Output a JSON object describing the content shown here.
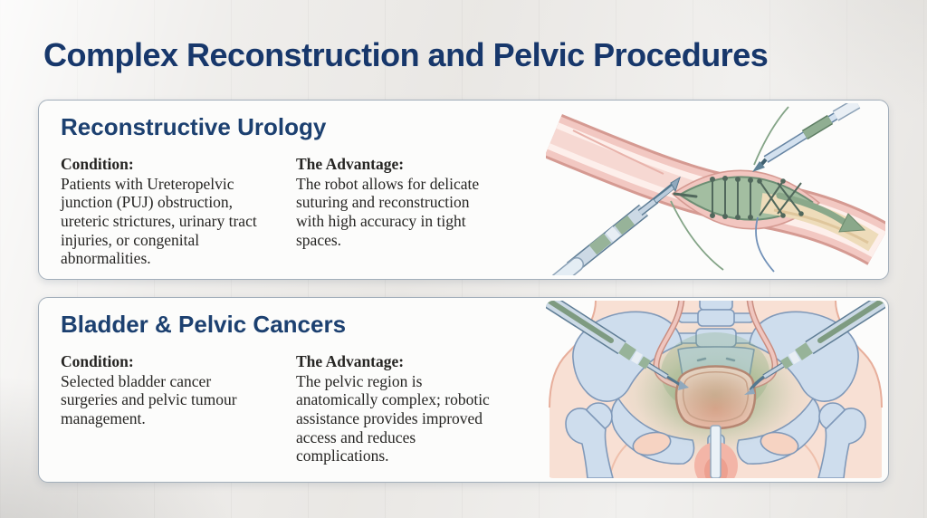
{
  "title": "Complex Reconstruction and Pelvic Procedures",
  "cards": [
    {
      "heading": "Reconstructive Urology",
      "condition_label": "Condition:",
      "condition_text": "Patients with Ureteropelvic\njunction (PUJ) obstruction,\nureteric strictures, urinary tract\ninjuries, or congenital\nabnormalities.",
      "advantage_label": "The Advantage:",
      "advantage_text": "The robot allows for delicate\nsuturing and reconstruction\nwith high accuracy in tight\nspaces.",
      "illustration": "ureter-anastomosis-with-robotic-instruments"
    },
    {
      "heading": "Bladder & Pelvic Cancers",
      "condition_label": "Condition:",
      "condition_text": "Selected bladder cancer\nsurgeries and pelvic tumour\nmanagement.",
      "advantage_label": "The Advantage:",
      "advantage_text": "The pelvic region is\nanatomically complex; robotic\nassistance provides improved\naccess and reduces\ncomplications.",
      "illustration": "pelvic-anatomy-with-robotic-instruments"
    }
  ],
  "palette": {
    "page_background": "#eae8e5",
    "card_background": "#fcfcfb",
    "card_border": "#a2aeba",
    "title_navy": "#17376b",
    "heading_navy": "#1c4070",
    "body_text": "#262523",
    "tissue_pink": "#f2c8c2",
    "anastomosis_green": "#a3bea1",
    "lumen_beige": "#eedcba",
    "suture_dark_green": "#51685c",
    "arrow_green": "#8aa88a",
    "bone_blue": "#cedded",
    "bone_outline": "#8099b9",
    "skin_tone": "#f8e0d4",
    "glow_green": "#6a9c60",
    "bladder_pink": "#f2a493",
    "instrument_blue": "#ccd9e5",
    "instrument_green": "#97b399"
  }
}
